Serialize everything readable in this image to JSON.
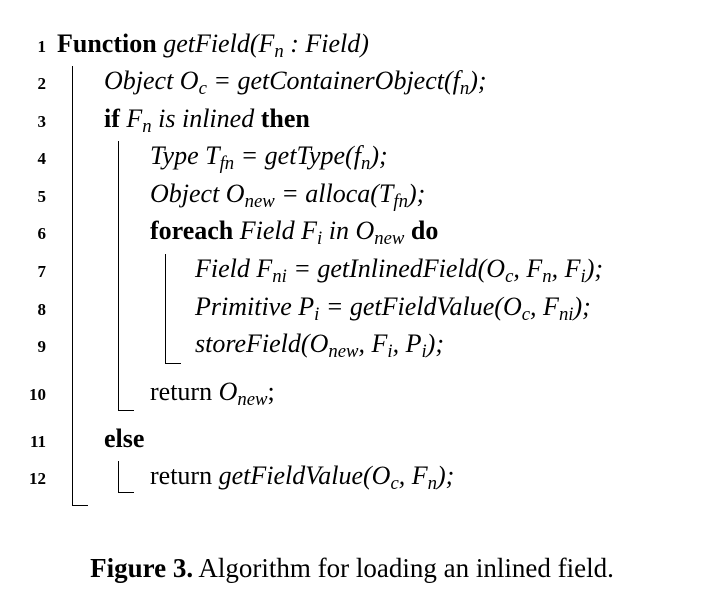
{
  "algorithm": {
    "lines": [
      {
        "num": "1",
        "kw": "Function",
        "text": "getField(F",
        "sub": "n",
        "text2": " : Field)"
      },
      {
        "num": "2",
        "a": "Object O",
        "a_sub": "c",
        "b": " = getContainerObject(f",
        "b_sub": "n",
        "c": ");"
      },
      {
        "num": "3",
        "kw": "if",
        "a": "F",
        "a_sub": "n",
        "b": " is inlined ",
        "kw2": "then"
      },
      {
        "num": "4",
        "a": "Type T",
        "a_sub": "fn",
        "b": " = getType(f",
        "b_sub": "n",
        "c": ");"
      },
      {
        "num": "5",
        "a": "Object O",
        "a_sub": "new",
        "b": " = alloca(T",
        "b_sub": "fn",
        "c": ");"
      },
      {
        "num": "6",
        "kw": "foreach",
        "a": "Field F",
        "a_sub": "i",
        "b": " in O",
        "b_sub": "new",
        "kw2": "do"
      },
      {
        "num": "7",
        "a": "Field F",
        "a_sub": "ni",
        "b": " = getInlinedField(O",
        "b_sub": "c",
        "c": ", F",
        "c_sub": "n",
        "d": ", F",
        "d_sub": "i",
        "e": ");"
      },
      {
        "num": "8",
        "a": "Primitive P",
        "a_sub": "i",
        "b": " = getFieldValue(O",
        "b_sub": "c",
        "c": ", F",
        "c_sub": "ni",
        "d": ");"
      },
      {
        "num": "9",
        "a": "storeField(O",
        "a_sub": "new",
        "b": ", F",
        "b_sub": "i",
        "c": ", P",
        "c_sub": "i",
        "d": ");"
      },
      {
        "num": "10",
        "plain": "return ",
        "a": "O",
        "a_sub": "new",
        "b": ";"
      },
      {
        "num": "11",
        "kw": "else"
      },
      {
        "num": "12",
        "plain": "return ",
        "a": "getFieldValue(O",
        "a_sub": "c",
        "b": ", F",
        "b_sub": "n",
        "c": ");"
      }
    ]
  },
  "caption": {
    "label": "Figure 3.",
    "text": " Algorithm for loading an inlined field."
  }
}
